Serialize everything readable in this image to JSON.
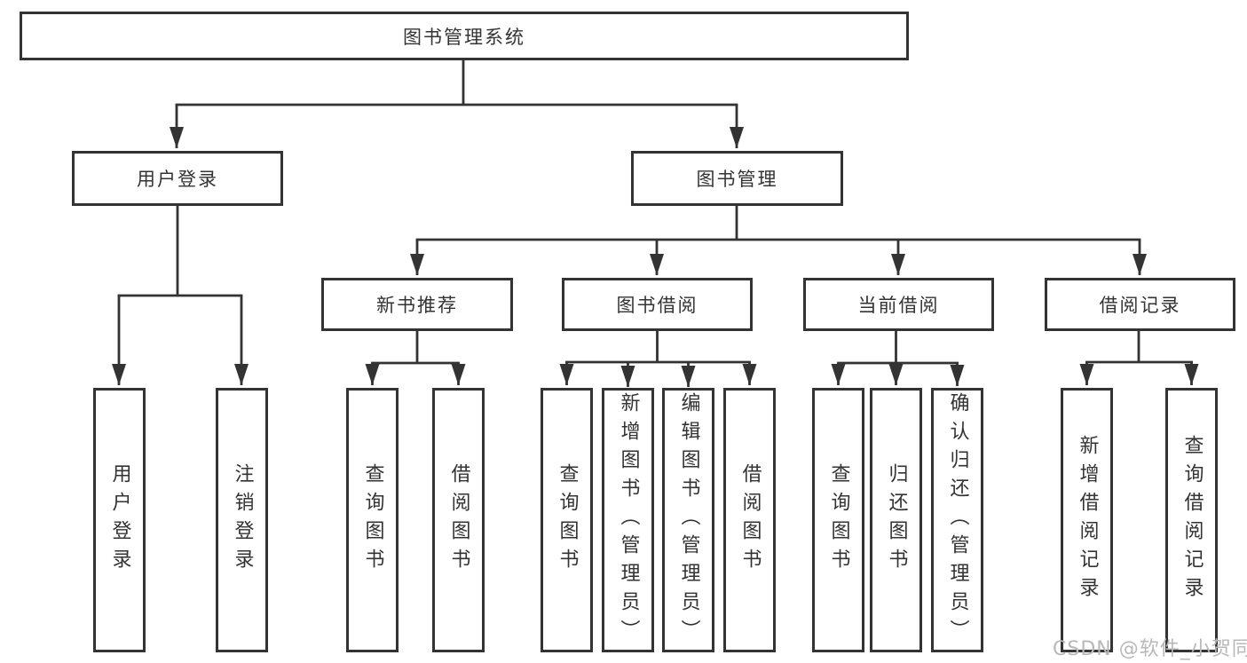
{
  "tree": {
    "root": {
      "label": "图书管理系统"
    },
    "branches": [
      {
        "label": "用户登录",
        "children": [
          {
            "label": "用户登录"
          },
          {
            "label": "注销登录"
          }
        ]
      },
      {
        "label": "图书管理",
        "sections": [
          {
            "label": "新书推荐",
            "children": [
              {
                "label": "查询图书"
              },
              {
                "label": "借阅图书"
              }
            ]
          },
          {
            "label": "图书借阅",
            "children": [
              {
                "label": "查询图书"
              },
              {
                "label": "新增图书（管理员）"
              },
              {
                "label": "编辑图书（管理员）"
              },
              {
                "label": "借阅图书"
              }
            ]
          },
          {
            "label": "当前借阅",
            "children": [
              {
                "label": "查询图书"
              },
              {
                "label": "归还图书"
              },
              {
                "label": "确认归还（管理员）"
              }
            ]
          },
          {
            "label": "借阅记录",
            "children": [
              {
                "label": "新增借阅记录"
              },
              {
                "label": "查询借阅记录"
              }
            ]
          }
        ]
      }
    ]
  },
  "watermark": "CSDN @软件_小贺同学",
  "colors": {
    "line": "#333333",
    "text": "#333333",
    "background": "#ffffff",
    "watermark": "#b8b8b8"
  }
}
